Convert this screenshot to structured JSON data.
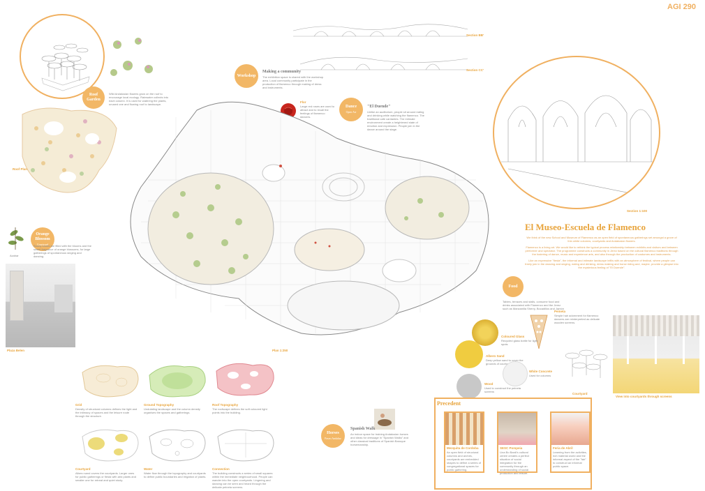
{
  "logo": "AGI 290",
  "sections": {
    "bb": "Section BB'",
    "cc": "Section CC'",
    "s100": "Section 1:100"
  },
  "roof_garden": {
    "title": "Roof Garden",
    "text": "Wild Andalusian flowers grow on the roof to encourage local ecology. Rainwater collects into each column. It is used for watering the plants, unused one and flowing roof to landscape."
  },
  "roof_plan": "Roof Plan",
  "workshop": {
    "title": "Workshop",
    "heading": "Making a community",
    "text": "The exhibition space is shared with the workshop area. Local community participate in the production of flamenco through making of dress and instruments."
  },
  "flor": {
    "title": "Flor",
    "text": "Large red roses are used to attract and to recall the feelings of flamenco dancers."
  },
  "dance": {
    "title": "Dance",
    "sub": "Open Air",
    "heading": "\"El Duende\"",
    "text": "Unlike an auditorium, people sit around eating and drinking while watching the flamenco. The traditional cafe cantantes. The intimate environment create a heightened state of emotion and expression. People join in the dance around the stage."
  },
  "orange": {
    "title": "Orange Blossom",
    "sub": "Courtyard",
    "caption": "Azahar",
    "text": "Sunny courts are filled with the blooms and the sweet fragrance of orange blossoms, for large gatherings of spontaneous singing and dancing."
  },
  "plaza": "Plaza Belen",
  "title": "El Museo-Escuela de Flamenco",
  "paragraphs": [
    "We think of the new School and Museum of Flamenco as an open field of spontaneous gatherings set amongst a grove of thin white columns, courtyards and Andalusian flowers.",
    "Flamenco is a living art. We would like to rethink the typical process relationship between exhibits and visitors and between performer and spectator. The programme constructs a community in Jerez based on the cultural flamenco traditions through the fostering of dance, music and experience arts, and also through the production of costumes and instruments.",
    "Like an expressive \"fiesta\", the informal and intimate landscape infills with an atmosphere of festival, where people can freely join in the dancing and singing, eating and drinking, dress making and horse riding and, maybe, provide a glimpse into the mysterious feeling of \"El Duende\"."
  ],
  "food": {
    "title": "Food",
    "text": "Tables, terraces and stalls, consume food and drinks associated with Flamenco and the Jerez such as Manzanilla Sherry, Bocadillos and Jamón"
  },
  "plan": "Plan 1:250",
  "materials": {
    "peineta": {
      "title": "Peineta",
      "text": "Simple hair adornment for flamenco dancers are reinterpreted as delicate wooden screens."
    },
    "glass": {
      "title": "Coloured Glass",
      "text": "Recycled glass bottle for light spots"
    },
    "sand": {
      "title": "Albero Sand",
      "text": "Deep yellow sand to cover the grounds of courtyards"
    },
    "concrete": {
      "title": "White Concrete",
      "text": "Used for columns"
    },
    "wood": {
      "title": "Wood",
      "text": "Used to construct the peineta screens"
    }
  },
  "courtyard_label": "Courtyard",
  "view_caption": "View into courtyards through screens",
  "horses": {
    "title": "Horses",
    "sub": "Paseo Andaluz",
    "heading": "Spanish Walk",
    "text": "An indoor space for training Andalusian horses and ideas for dressage in \"Spanish Walks\" and other classical traditions of Spanish Baroque horsemanship."
  },
  "diagrams": [
    {
      "title": "Grid",
      "text": "Density of structural columns defines the light and the intimacy of spaces and the leisure route through the structure."
    },
    {
      "title": "Ground Topography",
      "text": "Undulating landscape and the column density organises the spaces and gatherings."
    },
    {
      "title": "Roof Topography",
      "text": "The roofscape defines the soft coloured light points into the building."
    },
    {
      "title": "Courtyard",
      "text": "Albero sand covers the courtyards. Larger ones for public gatherings or fiesta with arid plants and smaller one for retreat and quiet study."
    },
    {
      "title": "Water",
      "text": "Water flow through the topography and courtyards to define public boundaries and irrigation of plants."
    },
    {
      "title": "Connection",
      "text": "The building constructs a series of small squares within the immediate neighbourhood. People can wander into the open courtyards. Lingering and dancing can be seen and heard through the delicate peineta screens."
    }
  ],
  "precedent": {
    "title": "Precedent",
    "cards": [
      {
        "title": "Mezquita de Cordoba",
        "text": "An open field of structural columns and arches, courtyards are embedded shapes to define a series of congregational spaces for public gathering."
      },
      {
        "title": "SESC Pompeia",
        "text": "Lina Bo Bardi's cultural centre creates a perfect situation of social integration for the community through an understanding of social production and leisure."
      },
      {
        "title": "Feria de Abril",
        "text": "Learning from the activities, rich material world and the informal aspect of the \"fair\" to construct an informal public space."
      }
    ]
  },
  "colors": {
    "accent": "#f0b060",
    "accent_text": "#e8a43c"
  }
}
